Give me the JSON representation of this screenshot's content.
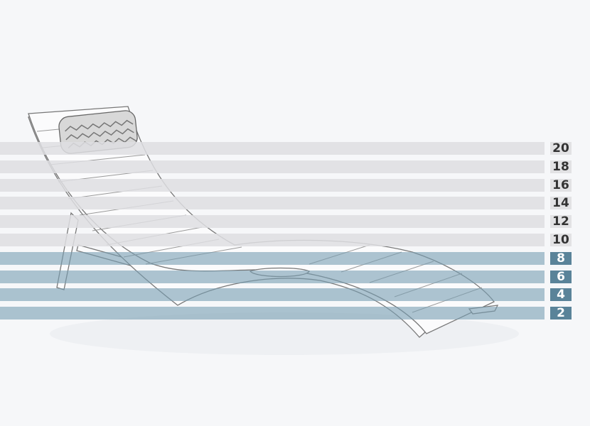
{
  "levels": [
    {
      "label": "20",
      "style": "gray"
    },
    {
      "label": "18",
      "style": "gray"
    },
    {
      "label": "16",
      "style": "gray"
    },
    {
      "label": "14",
      "style": "gray"
    },
    {
      "label": "12",
      "style": "gray"
    },
    {
      "label": "10",
      "style": "gray"
    },
    {
      "label": "8",
      "style": "blue"
    },
    {
      "label": "6",
      "style": "blue"
    },
    {
      "label": "4",
      "style": "blue"
    },
    {
      "label": "2",
      "style": "blue"
    }
  ],
  "colors": {
    "background": "#f6f7f9",
    "gray_band": "#e2e2e4",
    "blue_band": "#a7bfca",
    "blue_label": "#5a8399"
  }
}
